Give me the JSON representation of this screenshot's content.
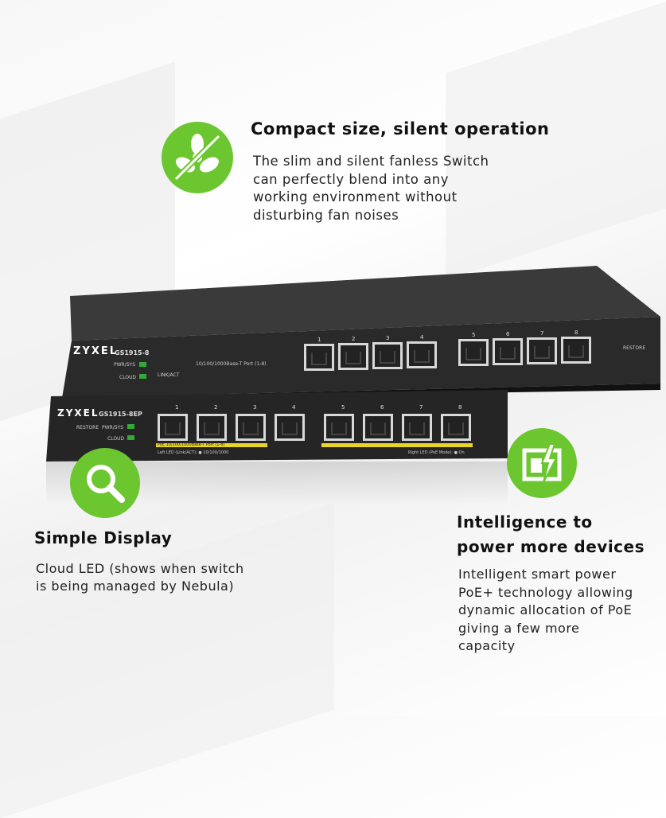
{
  "features": [
    {
      "title": "Compact size, silent operation",
      "lines": [
        "The slim and silent fanless Switch",
        "can perfectly blend into any",
        "working environment without",
        "disturbing fan noises"
      ],
      "icon": "no-fan-icon"
    },
    {
      "title": "Simple Display",
      "lines": [
        "Cloud LED (shows when switch",
        "is being managed by Nebula)"
      ],
      "icon": "magnifier-icon"
    },
    {
      "title_lines": [
        "Intelligence to",
        "power more devices"
      ],
      "lines": [
        "Intelligent smart power",
        "PoE+ technology allowing",
        "dynamic allocation of PoE",
        "giving a few more",
        "capacity"
      ],
      "icon": "power-port-icon"
    }
  ],
  "device_top": {
    "brand": "ZYXEL",
    "model": "GS1915-8",
    "pwr": "PWR/SYS",
    "cloud": "CLOUD",
    "link": "LINK/ACT",
    "port_label": "10/100/1000Base-T Port (1-8)",
    "restore": "RESTORE",
    "ports": [
      "1",
      "2",
      "3",
      "4",
      "5",
      "6",
      "7",
      "8"
    ]
  },
  "device_bottom": {
    "brand": "ZYXEL",
    "model": "GS1915-8EP",
    "restore": "RESTORE",
    "pwr": "PWR/SYS",
    "cloud": "CLOUD",
    "poe_label": "PoE 10/100/1000Base-T Port (1-8)",
    "left_led": "Left LED (Link/ACT): ● 10/100/1000",
    "right_led": "Right LED (PoE Mode): ● On",
    "ports": [
      "1",
      "2",
      "3",
      "4",
      "5",
      "6",
      "7",
      "8"
    ]
  },
  "colors": {
    "accent_green": "#6cc630",
    "device_body": "#2a2a2a",
    "poe_yellow": "#e9d42a"
  }
}
